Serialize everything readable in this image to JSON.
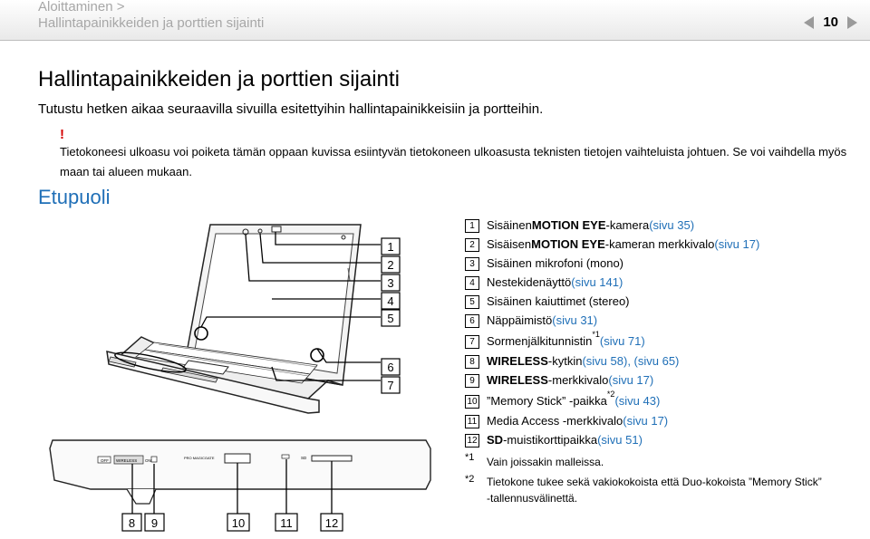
{
  "header": {
    "breadcrumb_top": "Aloittaminen >",
    "breadcrumb_bottom": "Hallintapainikkeiden ja porttien sijainti",
    "page_number": "10",
    "nav_prev": "N",
    "nav_next": "N"
  },
  "title": "Hallintapainikkeiden ja porttien sijainti",
  "intro": "Tutustu hetken aikaa seuraavilla sivuilla esitettyihin hallintapainikkeisiin ja portteihin.",
  "warning": {
    "mark": "!",
    "text": "Tietokoneesi ulkoasu voi poiketa tämän oppaan kuvissa esiintyvän tietokoneen ulkoasusta teknisten tietojen vaihteluista johtuen. Se voi vaihdella myös maan tai alueen mukaan."
  },
  "section_title": "Etupuoli",
  "callouts_right": [
    "1",
    "2",
    "3",
    "4",
    "5",
    "6",
    "7"
  ],
  "callouts_bottom": [
    "8",
    "9",
    "10",
    "11",
    "12"
  ],
  "device_labels": {
    "off": "OFF",
    "wireless": "WIRELESS",
    "on": "ON",
    "pro_magicgate": "PRO MAGICGATE",
    "sd": "SD"
  },
  "legend": [
    {
      "num": "1",
      "pre": "Sisäinen ",
      "bold": "MOTION EYE",
      "post": " -kamera ",
      "link": "(sivu 35)"
    },
    {
      "num": "2",
      "pre": "Sisäisen ",
      "bold": "MOTION EYE",
      "post": " -kameran merkkivalo ",
      "link": "(sivu 17)"
    },
    {
      "num": "3",
      "pre": "Sisäinen mikrofoni (mono)",
      "bold": "",
      "post": "",
      "link": ""
    },
    {
      "num": "4",
      "pre": "Nestekidenäyttö ",
      "bold": "",
      "post": "",
      "link": "(sivu 141)"
    },
    {
      "num": "5",
      "pre": "Sisäinen kaiuttimet (stereo)",
      "bold": "",
      "post": "",
      "link": ""
    },
    {
      "num": "6",
      "pre": "Näppäimistö ",
      "bold": "",
      "post": "",
      "link": "(sivu 31)"
    },
    {
      "num": "7",
      "pre": "Sormenjälkitunnistin",
      "sup": "*1",
      "post": " ",
      "link": "(sivu 71)"
    },
    {
      "num": "8",
      "pre": "",
      "bold": "WIRELESS",
      "post": "-kytkin ",
      "link": "(sivu 58), (sivu 65)"
    },
    {
      "num": "9",
      "pre": "",
      "bold": "WIRELESS",
      "post": "-merkkivalo ",
      "link": "(sivu 17)"
    },
    {
      "num": "10",
      "pre": "”Memory Stick” -paikka",
      "sup": "*2",
      "post": " ",
      "link": "(sivu 43)"
    },
    {
      "num": "11",
      "pre": "Media Access -merkkivalo ",
      "bold": "",
      "post": "",
      "link": "(sivu 17)"
    },
    {
      "num": "12",
      "pre": "",
      "bold": "SD",
      "post": "-muistikorttipaikka ",
      "link": "(sivu 51)"
    }
  ],
  "notes": [
    {
      "mark": "*1",
      "text": "Vain joissakin malleissa."
    },
    {
      "mark": "*2",
      "text": "Tietokone tukee sekä vakiokokoista että Duo-kokoista ”Memory Stick” -tallennusvälinettä."
    }
  ]
}
